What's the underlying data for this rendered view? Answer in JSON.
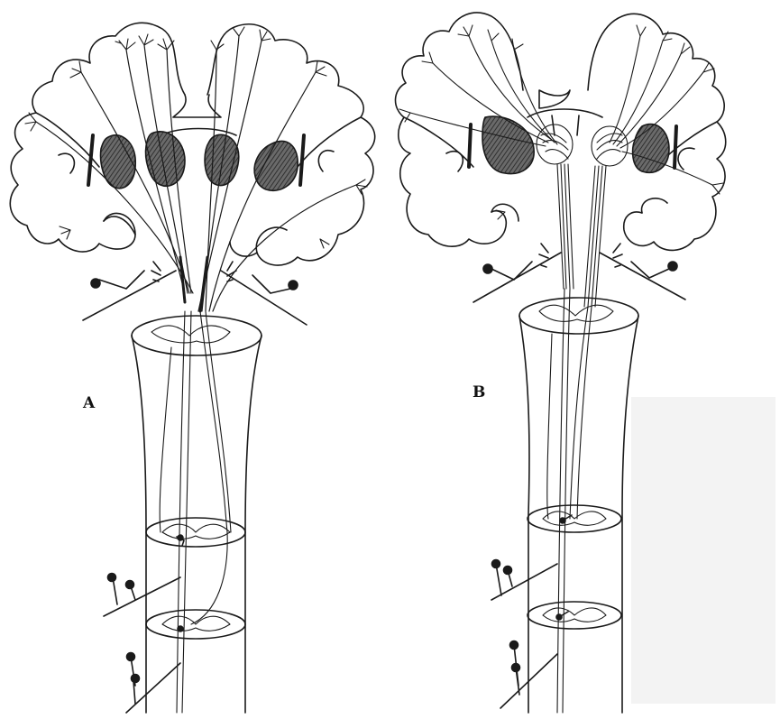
{
  "figure": {
    "panels": [
      {
        "id": "a",
        "label": "A"
      },
      {
        "id": "b",
        "label": "B"
      }
    ],
    "colors": {
      "ink": "#1a1a1a",
      "shade": "#3a3a3a",
      "paper": "#ffffff",
      "fade": "#eeeeee"
    }
  }
}
